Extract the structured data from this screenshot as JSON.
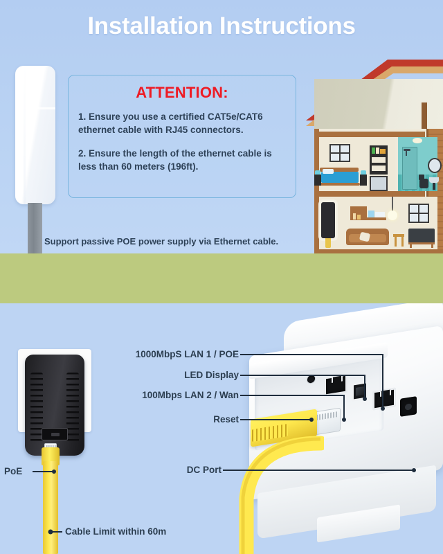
{
  "page": {
    "title": "Installation Instructions",
    "background_color": "#bdd4f3",
    "ground_color": "#bcca7f"
  },
  "attention": {
    "heading": "ATTENTION:",
    "heading_color": "#ee1b24",
    "items": [
      "1. Ensure you use a certified CAT5e/CAT6 ethernet cable with RJ45 connectors.",
      "2. Ensure the length of the ethernet cable is less than 60 meters (196ft)."
    ],
    "support_note": "Support passive POE power supply via Ethernet cable."
  },
  "diagram": {
    "labels": {
      "lan1": "1000MbpS LAN 1 / POE",
      "led": "LED Display",
      "lan2": "100Mbps LAN 2 / Wan",
      "reset": "Reset",
      "dc_port": "DC Port",
      "poe": "PoE",
      "cable_limit": "Cable Limit within 60m"
    },
    "cable_color": "#ffe94f",
    "leader_color": "#1f2d3d"
  },
  "house": {
    "rooms": [
      "bedroom",
      "bathroom",
      "living-room"
    ],
    "roof_color": "#c0392b",
    "wall_color": "#efe9d8"
  }
}
